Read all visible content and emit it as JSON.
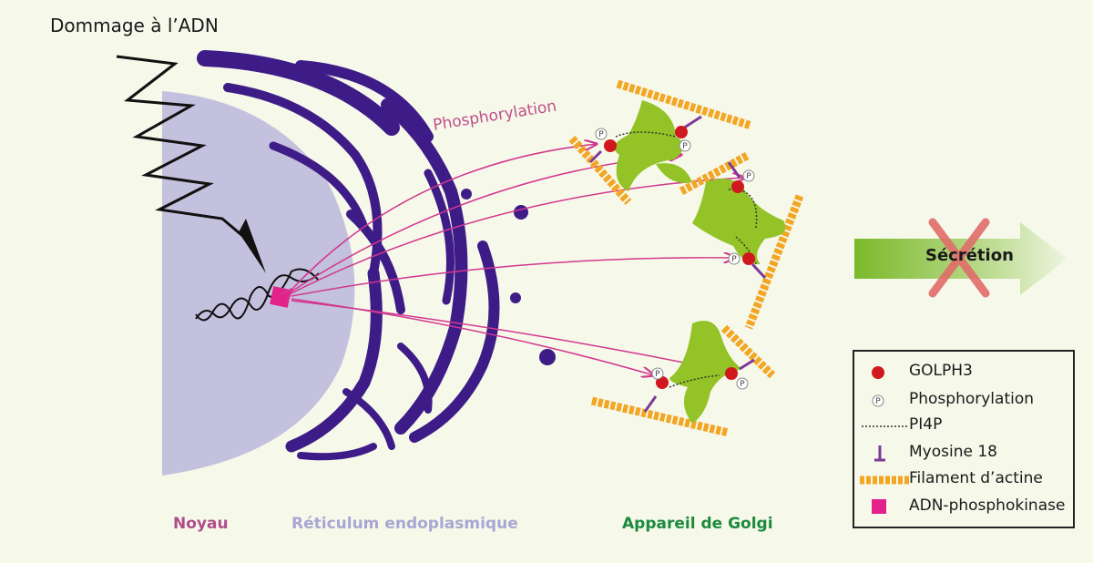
{
  "title": "Dommage à l’ADN",
  "arrow_label": "Phosphorylation",
  "secretion_label": "Sécrétion",
  "compartments": {
    "noyau": "Noyau",
    "reticulum": "Réticulum endoplasmique",
    "golgi": "Appareil de Golgi"
  },
  "legend": [
    {
      "label": "GOLPH3",
      "icon": "golph3-icon"
    },
    {
      "label": "Phosphorylation",
      "icon": "phosphorylation-icon"
    },
    {
      "label": "PI4P",
      "icon": "pi4p-icon"
    },
    {
      "label": "Myosine 18",
      "icon": "myosin-icon"
    },
    {
      "label": "Filament d’actine",
      "icon": "actin-filament-icon"
    },
    {
      "label": "ADN-phosphokinase",
      "icon": "dna-pk-icon"
    }
  ],
  "phospho_symbol": "P",
  "colors": {
    "nucleus": "#c4c1de",
    "er": "#3e1c87",
    "golgi": "#93c326",
    "actin": "#f3a623",
    "golph3": "#d0181f",
    "kinase": "#e3218b",
    "arrow": "#d2378e",
    "secretion": "#7cb92b",
    "cross": "#e16d6a"
  }
}
